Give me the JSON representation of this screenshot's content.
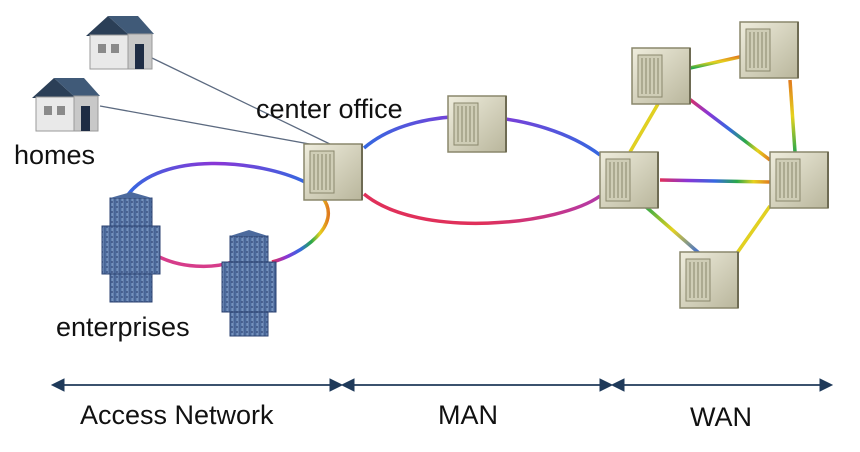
{
  "labels": {
    "homes": "homes",
    "center_office": "center office",
    "enterprises": "enterprises"
  },
  "segments": {
    "access": "Access Network",
    "man": "MAN",
    "wan": "WAN"
  },
  "colors": {
    "axis": "#1f3a5a",
    "cable": "#555555",
    "router_body": "#d8d6c0",
    "router_edge": "#8a876c",
    "tower": "#5a79a8",
    "house_roof": "#2b3f57",
    "ring_spectrum": [
      "#e0305a",
      "#8a35d6",
      "#3568e0",
      "#2aa84a",
      "#e6d21e",
      "#e07a1e"
    ]
  },
  "icons": [
    "house-icon",
    "router-icon",
    "building-icon",
    "double-arrow-icon"
  ]
}
